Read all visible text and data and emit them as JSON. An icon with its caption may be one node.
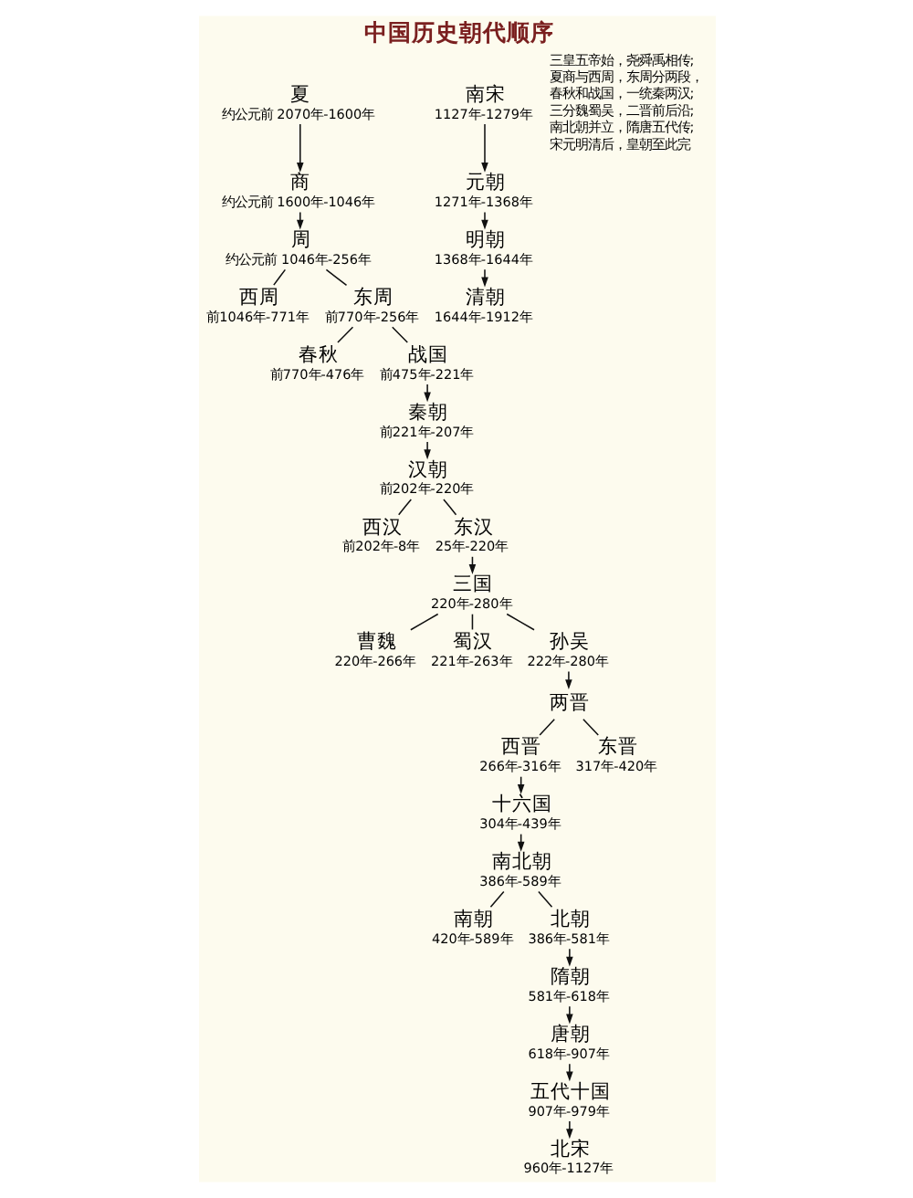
{
  "diagram": {
    "title": "中国历史朝代顺序",
    "nodes": [
      {
        "text": [
          "夏",
          "约公元前 2070年-1600年"
        ]
      },
      {
        "text": [
          "商",
          "约公元前 1600年-1046年"
        ]
      },
      {
        "text": [
          "周",
          "约公元前 1046年-256年"
        ]
      },
      {
        "text": [
          "西周",
          "前1046年-771年"
        ]
      },
      {
        "text": [
          "东周",
          "前770年-256年"
        ]
      },
      {
        "text": [
          "春秋",
          "前770年-476年"
        ]
      },
      {
        "text": [
          "战国",
          "前475年-221年"
        ]
      },
      {
        "text": [
          "秦朝",
          "前221年-207年"
        ]
      },
      {
        "text": [
          "汉朝",
          "前202年-220年"
        ]
      },
      {
        "text": [
          "西汉",
          "前202年-8年"
        ]
      },
      {
        "text": [
          "东汉",
          "25年-220年"
        ]
      },
      {
        "text": [
          "三国",
          "220年-280年"
        ]
      },
      {
        "text": [
          "曹魏",
          "220年-266年"
        ]
      },
      {
        "text": [
          "蜀汉",
          "221年-263年"
        ]
      },
      {
        "text": [
          "孙吴",
          "222年-280年"
        ]
      },
      {
        "text": [
          "两晋"
        ]
      },
      {
        "text": [
          "西晋",
          "266年-316年"
        ]
      },
      {
        "text": [
          "东晋",
          "317年-420年"
        ]
      },
      {
        "text": [
          "十六国",
          "304年-439年"
        ]
      },
      {
        "text": [
          "南北朝",
          "386年-589年"
        ]
      },
      {
        "text": [
          "南朝",
          "420年-589年"
        ]
      },
      {
        "text": [
          "北朝",
          "386年-581年"
        ]
      },
      {
        "text": [
          "隋朝",
          "581年-618年"
        ]
      },
      {
        "text": [
          "唐朝",
          "618年-907年"
        ]
      },
      {
        "text": [
          "五代十国",
          "907年-979年"
        ]
      },
      {
        "text": [
          "北宋",
          "960年-1127年"
        ]
      },
      {
        "text": [
          "南宋",
          "1127年-1279年"
        ]
      },
      {
        "text": [
          "元朝",
          "1271年-1368年"
        ]
      },
      {
        "text": [
          "明朝",
          "1368年-1644年"
        ]
      },
      {
        "text": [
          "清朝",
          "1644年-1912年"
        ]
      }
    ],
    "edges": [
      {
        "from": 0,
        "to": 1,
        "arrow": "to"
      },
      {
        "from": 1,
        "to": 2,
        "arrow": "to"
      },
      {
        "from": 2,
        "to": 3,
        "arrow": "none"
      },
      {
        "from": 2,
        "to": 4,
        "arrow": "none"
      },
      {
        "from": 4,
        "to": 5,
        "arrow": "none"
      },
      {
        "from": 4,
        "to": 6,
        "arrow": "none"
      },
      {
        "from": 6,
        "to": 7,
        "arrow": "to"
      },
      {
        "from": 7,
        "to": 8,
        "arrow": "to"
      },
      {
        "from": 8,
        "to": 9,
        "arrow": "none"
      },
      {
        "from": 8,
        "to": 10,
        "arrow": "none"
      },
      {
        "from": 10,
        "to": 11,
        "arrow": "to"
      },
      {
        "from": 11,
        "to": 12,
        "arrow": "none"
      },
      {
        "from": 11,
        "to": 13,
        "arrow": "none"
      },
      {
        "from": 11,
        "to": 14,
        "arrow": "none"
      },
      {
        "from": 14,
        "to": 15,
        "arrow": "to"
      },
      {
        "from": 15,
        "to": 16,
        "arrow": "none"
      },
      {
        "from": 15,
        "to": 17,
        "arrow": "none"
      },
      {
        "from": 16,
        "to": 18,
        "arrow": "to"
      },
      {
        "from": 18,
        "to": 19,
        "arrow": "to"
      },
      {
        "from": 19,
        "to": 20,
        "arrow": "none"
      },
      {
        "from": 19,
        "to": 21,
        "arrow": "none"
      },
      {
        "from": 21,
        "to": 22,
        "arrow": "to"
      },
      {
        "from": 22,
        "to": 23,
        "arrow": "to"
      },
      {
        "from": 23,
        "to": 24,
        "arrow": "to"
      },
      {
        "from": 24,
        "to": 25,
        "arrow": "to"
      },
      {
        "from": 26,
        "to": 27,
        "arrow": "to"
      },
      {
        "from": 27,
        "to": 28,
        "arrow": "to"
      },
      {
        "from": 28,
        "to": 29,
        "arrow": "to"
      }
    ],
    "labels": [
      "三皇五帝始，尧舜禹相传;",
      "夏商与西周，东周分两段，",
      "春秋和战国，一统秦两汉;",
      "三分魏蜀吴，二晋前后沿;",
      "南北朝并立，隋唐五代传;",
      "宋元明清后，皇朝至此完"
    ]
  }
}
